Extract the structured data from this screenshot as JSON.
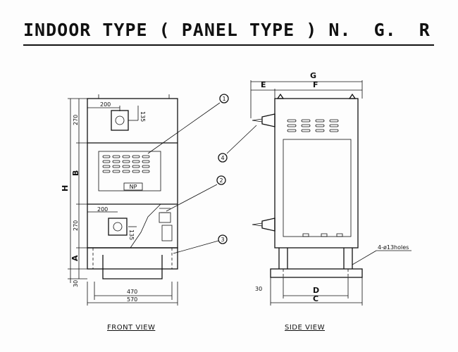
{
  "title": "INDOOR TYPE ( PANEL TYPE ) N.  G.  R",
  "front_view": {
    "label": "FRONT VIEW",
    "dims": {
      "top_offset": "200",
      "top_height": "135",
      "top_section": "270",
      "mid_section": "B",
      "bottom_offset": "200",
      "bottom_height": "135",
      "bottom_section": "270",
      "base": "A",
      "overall": "H",
      "foot": "30",
      "inner_width": "470",
      "outer_width": "570",
      "plate": "NP"
    }
  },
  "side_view": {
    "label": "SIDE VIEW",
    "dims": {
      "G": "G",
      "E": "E",
      "F": "F",
      "D": "D",
      "C": "C",
      "foot": "30"
    },
    "holes": "4-ø13holes"
  },
  "callouts": [
    "1",
    "4",
    "2",
    "3"
  ]
}
